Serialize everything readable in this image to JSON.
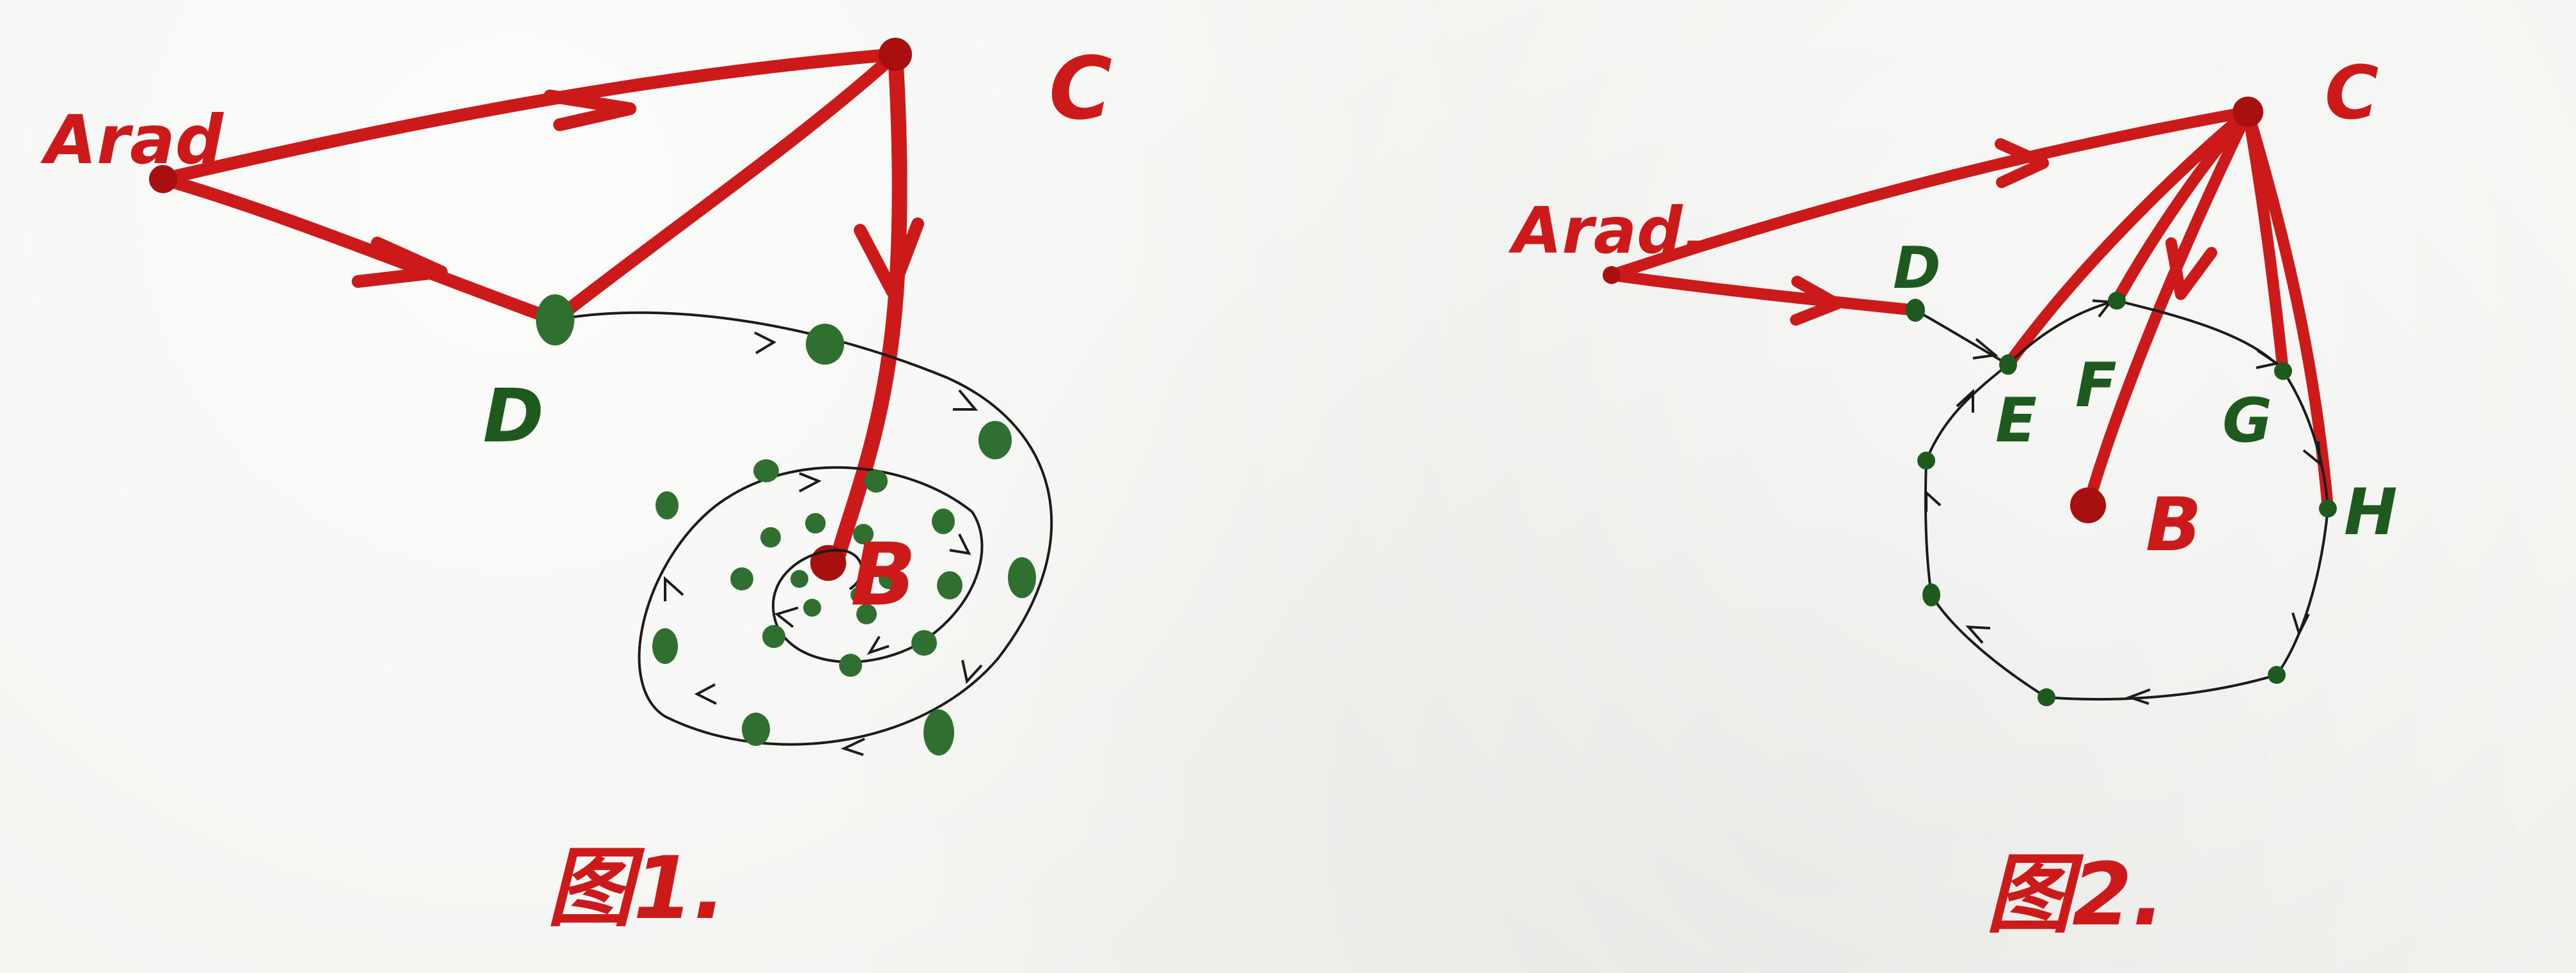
{
  "colors": {
    "red": "#cc1a1a",
    "dark_red": "#a80f0f",
    "green": "#2f6f2f",
    "dark_green": "#1e5a1e",
    "ink": "#1b1b1b",
    "paper": "#f3f3f0"
  },
  "figure1": {
    "labels": {
      "arad": "Arad",
      "c": "C",
      "d": "D",
      "b": "B"
    },
    "caption": "图1."
  },
  "figure2": {
    "labels": {
      "arad": "Arad.",
      "c": "C",
      "d": "D",
      "e": "E",
      "f": "F",
      "g": "G",
      "h": "H",
      "b": "B"
    },
    "caption": "图2."
  }
}
